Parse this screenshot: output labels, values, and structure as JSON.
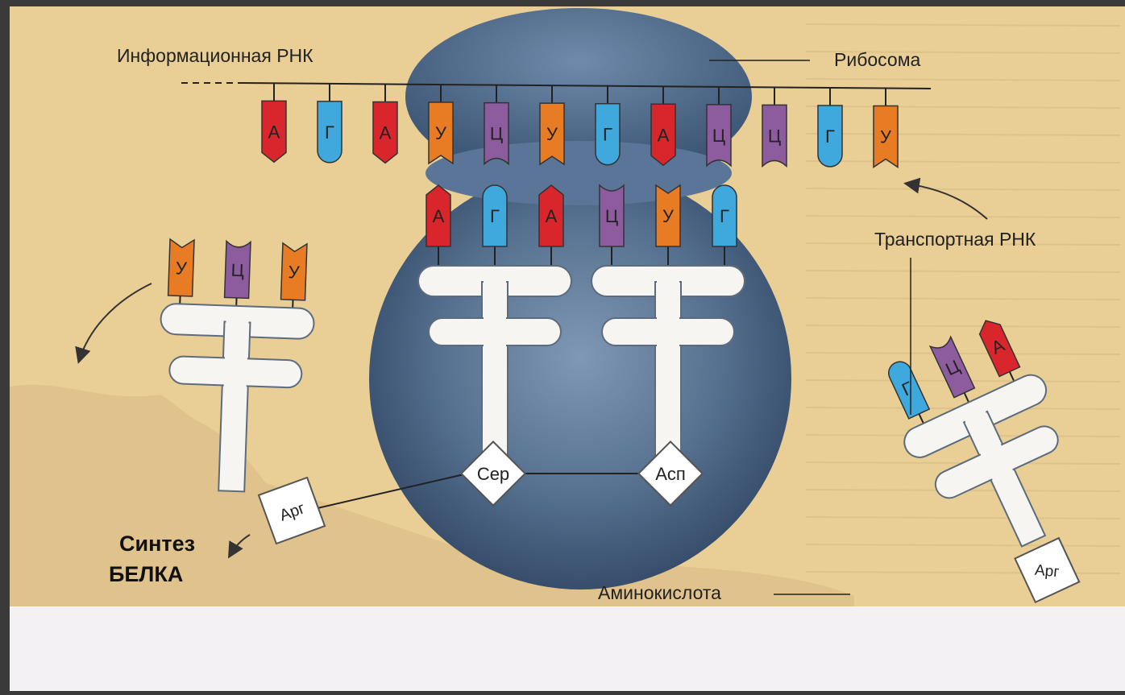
{
  "labels": {
    "mrna": "Информационная РНК",
    "ribosome": "Рибосома",
    "trna": "Транспортная РНК",
    "amino_acid": "Аминокислота",
    "synthesis_line1": "Синтез",
    "synthesis_line2": "БЕЛКА"
  },
  "mrna_codons": [
    "А",
    "Г",
    "А",
    "У",
    "Ц",
    "У",
    "Г",
    "А",
    "Ц",
    "Ц",
    "Г",
    "У"
  ],
  "anticodons_in_ribosome": [
    "А",
    "Г",
    "А",
    "Ц",
    "У",
    "Г"
  ],
  "anticodons_left": [
    "У",
    "Ц",
    "У"
  ],
  "anticodons_right": [
    "Г",
    "Ц",
    "А"
  ],
  "amino_acids": {
    "ser": "Сер",
    "asp": "Асп",
    "arg_chain": "Арг",
    "arg_right": "Арг"
  },
  "colors": {
    "А": "#d8262c",
    "Г": "#3fa9dd",
    "У": "#e77c24",
    "Ц": "#8c5c9e",
    "ribosome": "#4f6d8f",
    "paper": "#e9cf95",
    "torn_paper": "#e0c28c",
    "background": "#f3f1f3",
    "frame": "#3a3a3a"
  }
}
